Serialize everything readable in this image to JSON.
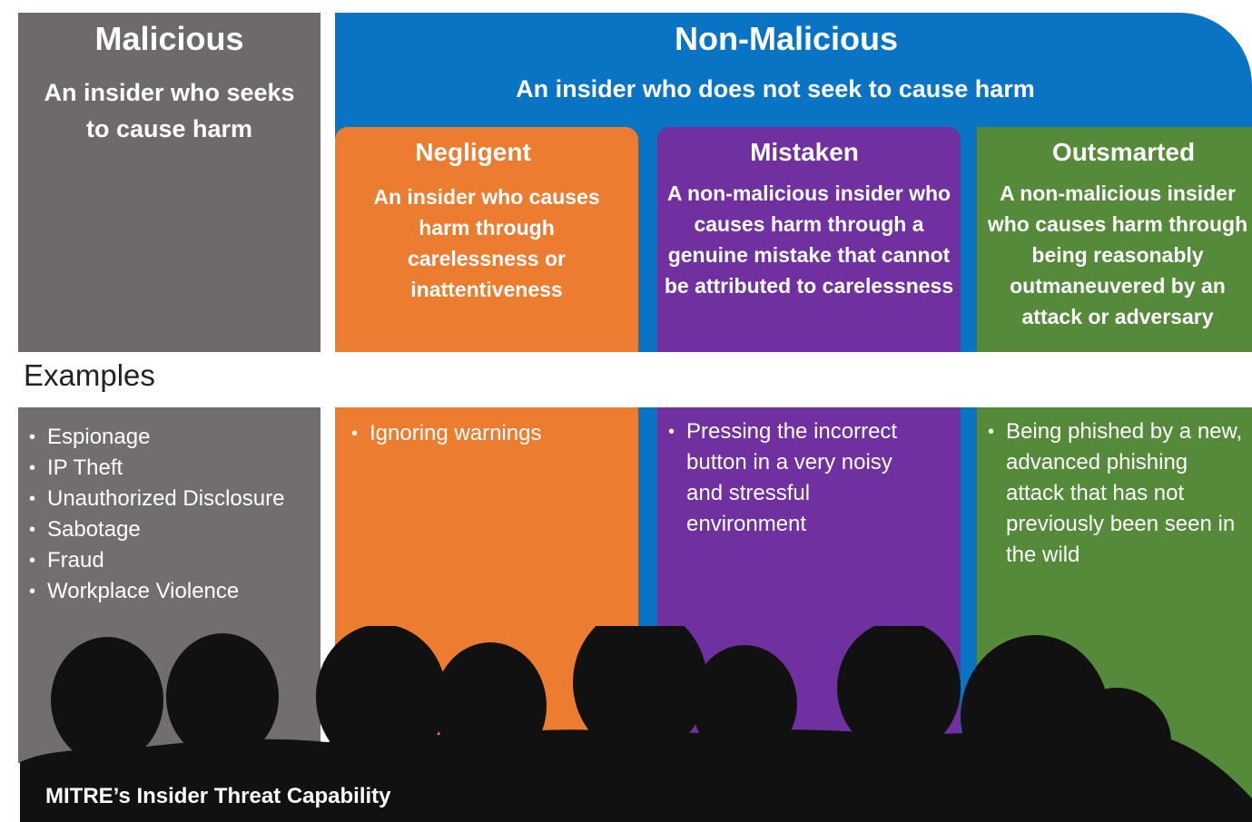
{
  "malicious": {
    "title": "Malicious",
    "description": "An insider who seeks to cause harm",
    "examples": [
      "Espionage",
      "IP Theft",
      "Unauthorized Disclosure",
      "Sabotage",
      "Fraud",
      "Workplace Violence"
    ]
  },
  "non_malicious": {
    "title": "Non-Malicious",
    "description": "An insider who does not seek to cause harm",
    "categories": [
      {
        "title": "Negligent",
        "description": "An insider who causes harm through carelessness or inattentiveness",
        "examples": [
          "Ignoring warnings"
        ]
      },
      {
        "title": "Mistaken",
        "description": "A non-malicious insider who causes harm through a genuine mistake that cannot be attributed to carelessness",
        "examples": [
          "Pressing the incorrect button in a very noisy and stressful environment"
        ]
      },
      {
        "title": "Outsmarted",
        "description": "A non-malicious insider who causes harm through being reasonably outmaneuvered by an attack or adversary",
        "examples": [
          "Being phished by a new, advanced phishing attack that has not previously been seen in the wild"
        ]
      }
    ]
  },
  "examples_heading": "Examples",
  "footer": "MITRE’s Insider Threat Capability",
  "colors": {
    "malicious": "#6d6a69",
    "non_malicious": "#0a74c4",
    "negligent": "#ec7d30",
    "mistaken": "#7030a0",
    "outsmarted": "#548a3a",
    "silhouette": "#111111"
  }
}
